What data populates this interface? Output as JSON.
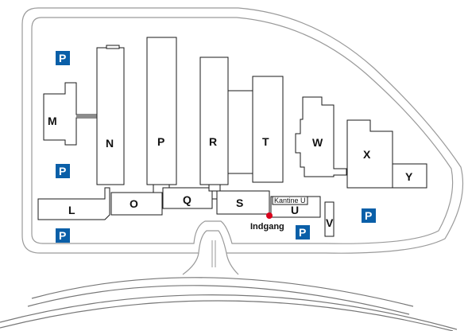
{
  "buildings": {
    "L": "L",
    "M": "M",
    "N": "N",
    "O": "O",
    "P": "P",
    "Q": "Q",
    "R": "R",
    "S": "S",
    "T": "T",
    "U": "U",
    "V": "V",
    "W": "W",
    "X": "X",
    "Y": "Y"
  },
  "canteen": "Kantine U",
  "entrance": "Indgang",
  "parking": {
    "label": "P",
    "color": "#0a5fa8"
  },
  "entrance_color": "#d9001b"
}
